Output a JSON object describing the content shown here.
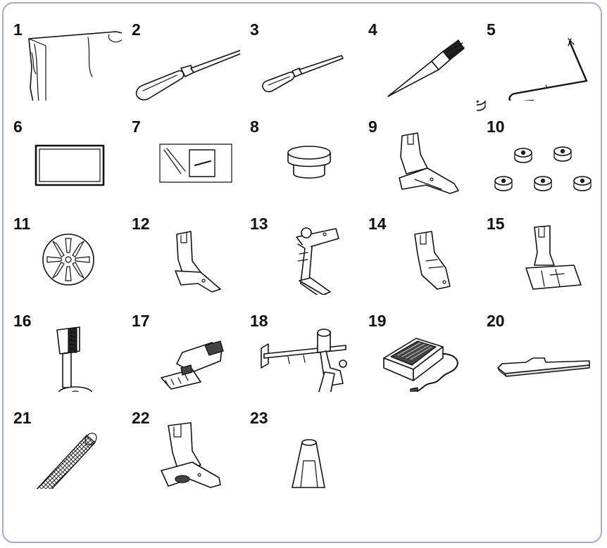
{
  "accessories": [
    {
      "number": "1",
      "icon": "dust-cover-icon"
    },
    {
      "number": "2",
      "icon": "large-screwdriver-icon"
    },
    {
      "number": "3",
      "icon": "small-screwdriver-icon"
    },
    {
      "number": "4",
      "icon": "brush-icon"
    },
    {
      "number": "5",
      "icon": "bent-wire-threader-icon"
    },
    {
      "number": "6",
      "icon": "rectangular-mat-icon"
    },
    {
      "number": "7",
      "icon": "needle-pack-icon"
    },
    {
      "number": "8",
      "icon": "spool-cap-icon"
    },
    {
      "number": "9",
      "icon": "presser-foot-icon"
    },
    {
      "number": "10",
      "icon": "bobbins-icon"
    },
    {
      "number": "11",
      "icon": "spool-disc-icon"
    },
    {
      "number": "12",
      "icon": "narrow-foot-icon"
    },
    {
      "number": "13",
      "icon": "side-cutter-foot-icon"
    },
    {
      "number": "14",
      "icon": "zipper-foot-icon"
    },
    {
      "number": "15",
      "icon": "guide-foot-icon"
    },
    {
      "number": "16",
      "icon": "quilting-foot-icon"
    },
    {
      "number": "17",
      "icon": "walking-foot-icon"
    },
    {
      "number": "18",
      "icon": "quilting-guide-icon"
    },
    {
      "number": "19",
      "icon": "foot-controller-icon"
    },
    {
      "number": "20",
      "icon": "seam-guide-plate-icon"
    },
    {
      "number": "21",
      "icon": "spool-net-icon"
    },
    {
      "number": "22",
      "icon": "roller-foot-icon"
    },
    {
      "number": "23",
      "icon": "spool-cushion-icon"
    }
  ]
}
